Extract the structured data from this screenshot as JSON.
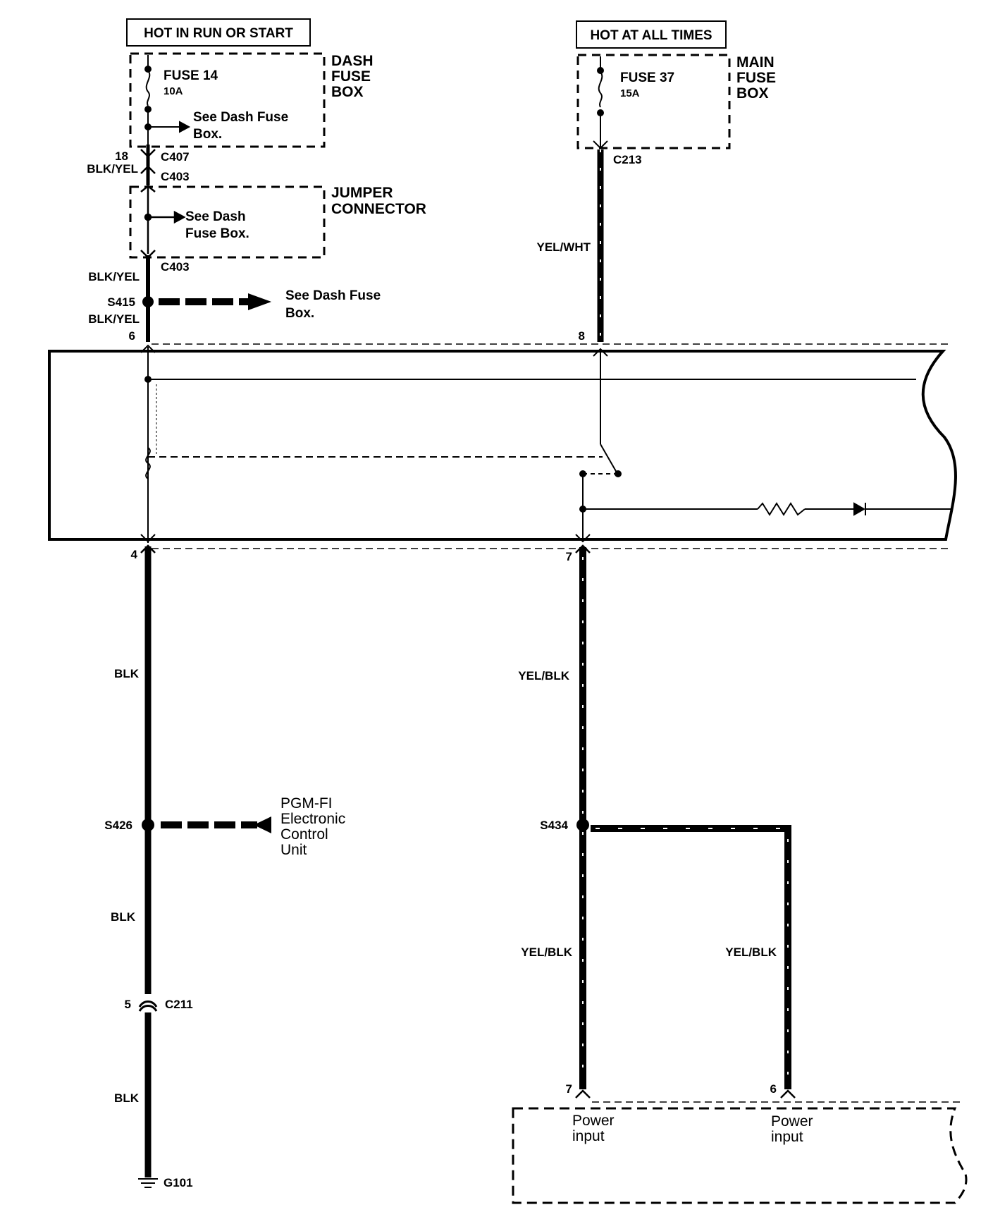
{
  "top_labels": {
    "left_power": "HOT IN RUN OR START",
    "right_power": "HOT AT ALL TIMES"
  },
  "left_circuit": {
    "fuse_box_title": [
      "DASH",
      "FUSE",
      "BOX"
    ],
    "fuse_name": "FUSE 14",
    "fuse_rating": "10A",
    "see_dash_fuse_1": [
      "See Dash Fuse",
      "Box."
    ],
    "pin_18": "18",
    "c407": "C407",
    "wire_blk_yel_1": "BLK/YEL",
    "c403_top": "C403",
    "jumper_title": [
      "JUMPER",
      "CONNECTOR"
    ],
    "see_dash_fuse_2": [
      "See Dash",
      "Fuse Box."
    ],
    "c403_bottom": "C403",
    "wire_blk_yel_2": "BLK/YEL",
    "s415": "S415",
    "see_dash_fuse_3": [
      "See Dash Fuse",
      "Box."
    ],
    "wire_blk_yel_3": "BLK/YEL",
    "pin_6": "6",
    "pin_4": "4",
    "wire_blk_1": "BLK",
    "s426": "S426",
    "pgm_fi": [
      "PGM-FI",
      "Electronic",
      "Control",
      "Unit"
    ],
    "wire_blk_2": "BLK",
    "pin_5": "5",
    "c211": "C211",
    "wire_blk_3": "BLK",
    "g101": "G101"
  },
  "right_circuit": {
    "fuse_box_title": [
      "MAIN",
      "FUSE",
      "BOX"
    ],
    "fuse_name": "FUSE 37",
    "fuse_rating": "15A",
    "c213": "C213",
    "wire_yel_wht": "YEL/WHT",
    "pin_8": "8",
    "pin_7": "7",
    "wire_yel_blk_1": "YEL/BLK",
    "s434": "S434",
    "wire_yel_blk_2": "YEL/BLK",
    "wire_yel_blk_3": "YEL/BLK",
    "bottom_pin_7": "7",
    "bottom_pin_6": "6",
    "power_input_1": [
      "Power",
      "input"
    ],
    "power_input_2": [
      "Power",
      "input"
    ]
  }
}
